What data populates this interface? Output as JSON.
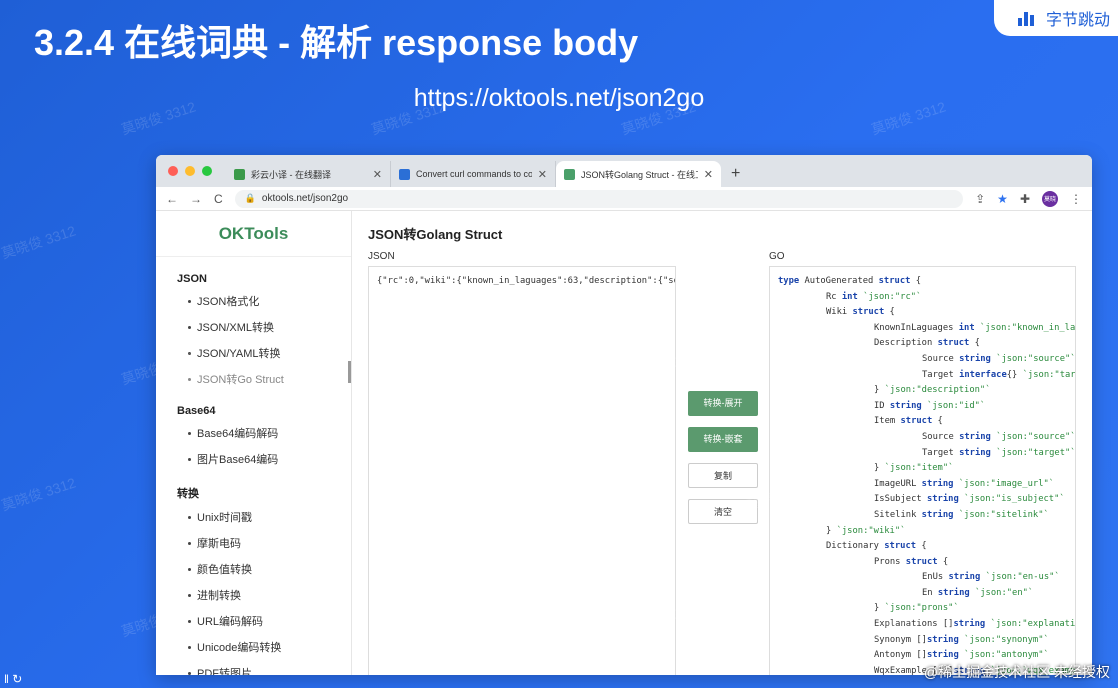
{
  "slide": {
    "title": "3.2.4 在线词典 - 解析 response body",
    "url": "https://oktools.net/json2go",
    "brand": "字节跳动"
  },
  "browser": {
    "tabs": [
      {
        "label": "彩云小译 - 在线翻译",
        "icon_color": "#3b9a4a"
      },
      {
        "label": "Convert curl commands to co",
        "icon_color": "#2b6fd6"
      },
      {
        "label": "JSON转Golang Struct - 在线工",
        "icon_color": "#4aa06a"
      }
    ],
    "address": "oktools.net/json2go",
    "avatar": "莫晓"
  },
  "sidebar": {
    "logo": "OKTools",
    "sections": [
      {
        "title": "JSON",
        "items": [
          "JSON格式化",
          "JSON/XML转换",
          "JSON/YAML转换",
          "JSON转Go Struct"
        ]
      },
      {
        "title": "Base64",
        "items": [
          "Base64编码解码",
          "图片Base64编码"
        ]
      },
      {
        "title": "转换",
        "items": [
          "Unix时间戳",
          "摩斯电码",
          "颜色值转换",
          "进制转换",
          "URL编码解码",
          "Unicode编码转换",
          "PDF转图片"
        ]
      },
      {
        "title": "Hash",
        "items": []
      }
    ],
    "active_item": "JSON转Go Struct"
  },
  "main": {
    "title": "JSON转Golang Struct",
    "json_label": "JSON",
    "go_label": "GO",
    "json_input": "{\"rc\":0,\"wiki\":{\"known_in_laguages\":63,\"description\":{\"source\":\"tangible and intangible",
    "buttons": {
      "expand": "转换-展开",
      "nest": "转换-嵌套",
      "copy": "复制",
      "clear": "清空"
    }
  },
  "go_output": [
    {
      "indent": 0,
      "parts": [
        [
          "kw",
          "type"
        ],
        [
          "t",
          " AutoGenerated "
        ],
        [
          "kw",
          "struct"
        ],
        [
          "t",
          " {"
        ]
      ]
    },
    {
      "indent": 1,
      "parts": [
        [
          "t",
          "Rc "
        ],
        [
          "ty",
          "int"
        ],
        [
          "tg",
          " `json:\"rc\"`"
        ]
      ]
    },
    {
      "indent": 1,
      "parts": [
        [
          "t",
          "Wiki "
        ],
        [
          "kw",
          "struct"
        ],
        [
          "t",
          " {"
        ]
      ]
    },
    {
      "indent": 2,
      "parts": [
        [
          "t",
          "KnownInLaguages "
        ],
        [
          "ty",
          "int"
        ],
        [
          "tg",
          " `json:\"known_in_laguages\"`"
        ]
      ]
    },
    {
      "indent": 2,
      "parts": [
        [
          "t",
          "Description "
        ],
        [
          "kw",
          "struct"
        ],
        [
          "t",
          " {"
        ]
      ]
    },
    {
      "indent": 3,
      "parts": [
        [
          "t",
          "Source "
        ],
        [
          "ty",
          "string"
        ],
        [
          "tg",
          " `json:\"source\"`"
        ]
      ]
    },
    {
      "indent": 3,
      "parts": [
        [
          "t",
          "Target "
        ],
        [
          "ty",
          "interface"
        ],
        [
          "t",
          "{} "
        ],
        [
          "tg",
          "`json:\"target\"`"
        ]
      ]
    },
    {
      "indent": 2,
      "parts": [
        [
          "t",
          "} "
        ],
        [
          "tg",
          "`json:\"description\"`"
        ]
      ]
    },
    {
      "indent": 2,
      "parts": [
        [
          "t",
          "ID "
        ],
        [
          "ty",
          "string"
        ],
        [
          "tg",
          " `json:\"id\"`"
        ]
      ]
    },
    {
      "indent": 2,
      "parts": [
        [
          "t",
          "Item "
        ],
        [
          "kw",
          "struct"
        ],
        [
          "t",
          " {"
        ]
      ]
    },
    {
      "indent": 3,
      "parts": [
        [
          "t",
          "Source "
        ],
        [
          "ty",
          "string"
        ],
        [
          "tg",
          " `json:\"source\"`"
        ]
      ]
    },
    {
      "indent": 3,
      "parts": [
        [
          "t",
          "Target "
        ],
        [
          "ty",
          "string"
        ],
        [
          "tg",
          " `json:\"target\"`"
        ]
      ]
    },
    {
      "indent": 2,
      "parts": [
        [
          "t",
          "} "
        ],
        [
          "tg",
          "`json:\"item\"`"
        ]
      ]
    },
    {
      "indent": 2,
      "parts": [
        [
          "t",
          "ImageURL "
        ],
        [
          "ty",
          "string"
        ],
        [
          "tg",
          " `json:\"image_url\"`"
        ]
      ]
    },
    {
      "indent": 2,
      "parts": [
        [
          "t",
          "IsSubject "
        ],
        [
          "ty",
          "string"
        ],
        [
          "tg",
          " `json:\"is_subject\"`"
        ]
      ]
    },
    {
      "indent": 2,
      "parts": [
        [
          "t",
          "Sitelink "
        ],
        [
          "ty",
          "string"
        ],
        [
          "tg",
          " `json:\"sitelink\"`"
        ]
      ]
    },
    {
      "indent": 1,
      "parts": [
        [
          "t",
          "} "
        ],
        [
          "tg",
          "`json:\"wiki\"`"
        ]
      ]
    },
    {
      "indent": 1,
      "parts": [
        [
          "t",
          "Dictionary "
        ],
        [
          "kw",
          "struct"
        ],
        [
          "t",
          " {"
        ]
      ]
    },
    {
      "indent": 2,
      "parts": [
        [
          "t",
          "Prons "
        ],
        [
          "kw",
          "struct"
        ],
        [
          "t",
          " {"
        ]
      ]
    },
    {
      "indent": 3,
      "parts": [
        [
          "t",
          "EnUs "
        ],
        [
          "ty",
          "string"
        ],
        [
          "tg",
          " `json:\"en-us\"`"
        ]
      ]
    },
    {
      "indent": 3,
      "parts": [
        [
          "t",
          "En "
        ],
        [
          "ty",
          "string"
        ],
        [
          "tg",
          " `json:\"en\"`"
        ]
      ]
    },
    {
      "indent": 2,
      "parts": [
        [
          "t",
          "} "
        ],
        [
          "tg",
          "`json:\"prons\"`"
        ]
      ]
    },
    {
      "indent": 2,
      "parts": [
        [
          "t",
          "Explanations []"
        ],
        [
          "ty",
          "string"
        ],
        [
          "tg",
          " `json:\"explanations\"`"
        ]
      ]
    },
    {
      "indent": 2,
      "parts": [
        [
          "t",
          "Synonym []"
        ],
        [
          "ty",
          "string"
        ],
        [
          "tg",
          " `json:\"synonym\"`"
        ]
      ]
    },
    {
      "indent": 2,
      "parts": [
        [
          "t",
          "Antonym []"
        ],
        [
          "ty",
          "string"
        ],
        [
          "tg",
          " `json:\"antonym\"`"
        ]
      ]
    },
    {
      "indent": 2,
      "parts": [
        [
          "t",
          "WqxExample [][]"
        ],
        [
          "ty",
          "string"
        ],
        [
          "tg",
          " `json:\"wqx_example\"`"
        ]
      ]
    }
  ],
  "watermarks": {
    "text": "莫晓俊 3312",
    "corner": "@稀土掘金技术社区",
    "corner_right": "未经授权",
    "left_glyph": "‖ ↻"
  }
}
